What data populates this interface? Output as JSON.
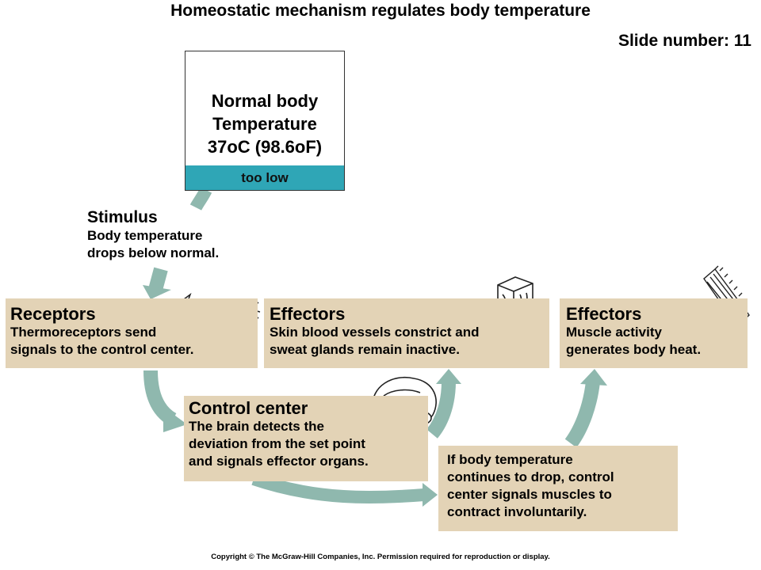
{
  "title": "Homeostatic mechanism regulates body temperature",
  "slide_number": "Slide number: 11",
  "set_point": {
    "text": "Normal body\nTemperature\n37oC (98.6oF)",
    "status": "too low"
  },
  "stimulus": {
    "heading": "Stimulus",
    "body": "Body temperature\ndrops below normal."
  },
  "receptors": {
    "heading": "Receptors",
    "body": "Thermoreceptors send\nsignals to the control center."
  },
  "effectors_skin": {
    "heading": "Effectors",
    "body": "Skin blood vessels constrict and\nsweat glands remain inactive."
  },
  "effectors_muscle": {
    "heading": "Effectors",
    "body": "Muscle activity\ngenerates body heat."
  },
  "control_center": {
    "heading": "Control center",
    "body": "The brain detects the\ndeviation from the set point\nand signals effector organs."
  },
  "continue_box": {
    "body": "If body temperature\ncontinues to drop, control\ncenter signals muscles to\ncontract involuntarily."
  },
  "copyright": "Copyright © The McGraw-Hill Companies, Inc. Permission required for reproduction or display.",
  "colors": {
    "arrow": "#8fb8ae",
    "box_fill": "#e3d3b6",
    "status_bar": "#2fa6b6"
  }
}
